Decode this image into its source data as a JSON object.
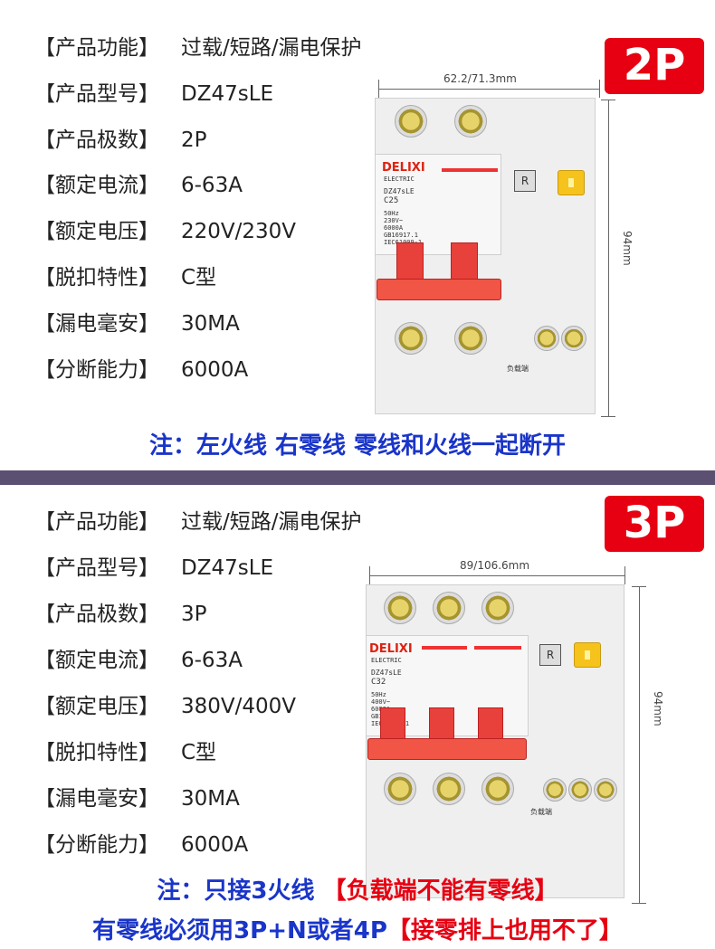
{
  "top": {
    "badge": "2P",
    "specs": [
      {
        "label": "【产品功能】",
        "value": "过载/短路/漏电保护"
      },
      {
        "label": "【产品型号】",
        "value": "DZ47sLE"
      },
      {
        "label": "【产品极数】",
        "value": "2P"
      },
      {
        "label": "【额定电流】",
        "value": "6-63A"
      },
      {
        "label": "【额定电压】",
        "value": "220V/230V"
      },
      {
        "label": "【脱扣特性】",
        "value": "C型"
      },
      {
        "label": "【漏电毫安】",
        "value": "30MA"
      },
      {
        "label": "【分断能力】",
        "value": "6000A"
      }
    ],
    "width_dim": "62.2/71.3mm",
    "height_dim": "94mm",
    "breaker": {
      "brand": "DELIXI",
      "sub": "ELECTRIC",
      "model": "DZ47sLE",
      "rating": "C25",
      "specs": "50Hz\n230V~\n6000A\nGB16917.1\nIEC61009-1",
      "r_label": "R",
      "load_label": "负载端"
    },
    "note": "注：左火线  右零线  零线和火线一起断开"
  },
  "bottom": {
    "badge": "3P",
    "specs": [
      {
        "label": "【产品功能】",
        "value": "过载/短路/漏电保护"
      },
      {
        "label": "【产品型号】",
        "value": "DZ47sLE"
      },
      {
        "label": "【产品极数】",
        "value": "3P"
      },
      {
        "label": "【额定电流】",
        "value": "6-63A"
      },
      {
        "label": "【额定电压】",
        "value": "380V/400V"
      },
      {
        "label": "【脱扣特性】",
        "value": "C型"
      },
      {
        "label": "【漏电毫安】",
        "value": "30MA"
      },
      {
        "label": "【分断能力】",
        "value": "6000A"
      }
    ],
    "width_dim": "89/106.6mm",
    "height_dim": "94mm",
    "breaker": {
      "brand": "DELIXI",
      "sub": "ELECTRIC",
      "model": "DZ47sLE",
      "rating": "C32",
      "specs": "50Hz\n400V~\n6000A\nGB16917.1\nIEC61009-1",
      "r_label": "R",
      "load_label": "负载端"
    },
    "note1_blue": "注：只接3火线 ",
    "note1_red": "【负载端不能有零线】",
    "note2_blue": "有零线必须用3P+N或者4P",
    "note2_red": "【接零排上也用不了】"
  },
  "colors": {
    "accent_red": "#e60012",
    "note_blue": "#1a35c9",
    "divider": "#5b4f72"
  }
}
